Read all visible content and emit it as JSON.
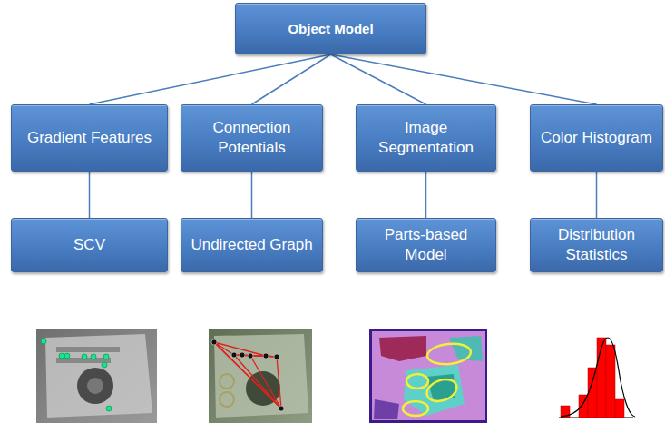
{
  "diagram": {
    "nodes": [
      {
        "text": [
          "Object Model"
        ]
      },
      {
        "text": [
          "Gradient Features"
        ]
      },
      {
        "text": [
          "Connection Potentials"
        ]
      },
      {
        "text": [
          "Image Segmentation"
        ]
      },
      {
        "text": [
          "Color Histogram"
        ]
      },
      {
        "text": [
          "SCV"
        ]
      },
      {
        "text": [
          "Undirected Graph"
        ]
      },
      {
        "text": [
          "Parts-based Model"
        ]
      },
      {
        "text": [
          "Distribution Statistics"
        ]
      }
    ],
    "edges": [
      {
        "from": 0,
        "to": 1,
        "arrow": "none"
      },
      {
        "from": 0,
        "to": 2,
        "arrow": "none"
      },
      {
        "from": 0,
        "to": 3,
        "arrow": "none"
      },
      {
        "from": 0,
        "to": 4,
        "arrow": "none"
      },
      {
        "from": 1,
        "to": 5,
        "arrow": "none"
      },
      {
        "from": 2,
        "to": 6,
        "arrow": "none"
      },
      {
        "from": 3,
        "to": 7,
        "arrow": "none"
      },
      {
        "from": 4,
        "to": 8,
        "arrow": "none"
      }
    ]
  }
}
